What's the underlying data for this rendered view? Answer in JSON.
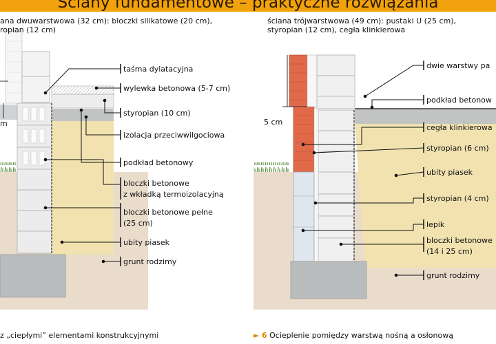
{
  "header": {
    "title": "Ściany fundamentowe – praktyczne rozwiązania"
  },
  "left": {
    "caption_line1": "ana dwuwarstwowa (32 cm): bloczki silikatowe (20 cm),",
    "caption_line2": "ropian (12 cm)",
    "dim": "m",
    "labels": [
      "taśma dylatacyjna",
      "wylewka betonowa (5-7 cm)",
      "styropian (10 cm)",
      "izolacja przeciwwilgociowa",
      "podkład betonowy",
      "bloczki betonowe",
      "z wkładką termoizolacyjną",
      "bloczki betonowe pełne",
      "(25 cm)",
      "ubity piasek",
      "grunt rodzimy"
    ]
  },
  "right": {
    "caption_line1": "ściana trójwarstwowa (49 cm): pustaki U (25 cm),",
    "caption_line2": "styropian (12 cm), cegła klinkierowa",
    "dim": "5 cm",
    "labels": [
      "dwie warstwy pa",
      "podkład betonow",
      "cegła klinkierowa",
      "styropian (6 cm)",
      "ubity piasek",
      "styropian (4 cm)",
      "lepik",
      "bloczki betonowe",
      "(14 i 25 cm)",
      "grunt rodzimy"
    ]
  },
  "footer": {
    "left": "z „ciepłymi” elementami konstrukcyjnymi",
    "right_num": "6",
    "right_text": "Ocieplenie pomiędzy warstwą nośną a osłonową"
  },
  "colors": {
    "accent": "#f2a20d",
    "sand": "#f1e2b0",
    "ground": "#eadccb",
    "grass": "#5a8a3a",
    "concrete": "#c2c4c4",
    "brick": "#e0694a"
  }
}
